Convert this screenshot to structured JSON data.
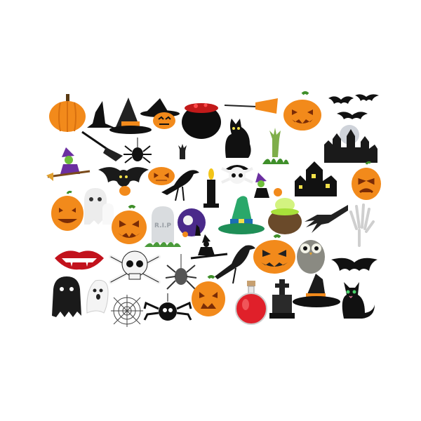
{
  "scene": {
    "background": "#ffffff",
    "colors": {
      "pumpkin": "#f28a1b",
      "pumpkin_dark": "#c8580a",
      "stem": "#3f8f2a",
      "black": "#111111",
      "purple": "#6b2fa0",
      "witch_skin": "#6fbf3b",
      "potion_red": "#e0202a",
      "potion_green": "#a8e03a",
      "bone": "#f2f2f2",
      "hat_green": "#2aa86a",
      "ghost": "#f4f4f4"
    },
    "tombstone_text": "R.I.P",
    "items": [
      {
        "name": "pumpkin"
      },
      {
        "name": "witch-hat-silhouette"
      },
      {
        "name": "witch-hat-orange-band"
      },
      {
        "name": "witch-hat-pumpkin"
      },
      {
        "name": "cauldron-bubbling"
      },
      {
        "name": "broomstick"
      },
      {
        "name": "jack-o-lantern"
      },
      {
        "name": "bats-flock"
      },
      {
        "name": "witch-on-broom"
      },
      {
        "name": "broom"
      },
      {
        "name": "spider"
      },
      {
        "name": "zombie-hand-small"
      },
      {
        "name": "black-cat-arched"
      },
      {
        "name": "zombie-hand-grass"
      },
      {
        "name": "haunted-castle"
      },
      {
        "name": "bat-with-pumpkin"
      },
      {
        "name": "jack-o-lantern-small"
      },
      {
        "name": "crow"
      },
      {
        "name": "candle"
      },
      {
        "name": "pirate-skull"
      },
      {
        "name": "witch-and-cat"
      },
      {
        "name": "haunted-house-scene"
      },
      {
        "name": "sad-pumpkin"
      },
      {
        "name": "pumpkin-face"
      },
      {
        "name": "ghosts"
      },
      {
        "name": "angry-pumpkin"
      },
      {
        "name": "tombstone"
      },
      {
        "name": "moon-night"
      },
      {
        "name": "green-witch-hat"
      },
      {
        "name": "cauldron-green"
      },
      {
        "name": "witch-hand"
      },
      {
        "name": "skeleton-hand"
      },
      {
        "name": "vampire-lips"
      },
      {
        "name": "skull-crossbones"
      },
      {
        "name": "hanging-spider"
      },
      {
        "name": "flying-witch-silhouette"
      },
      {
        "name": "raven"
      },
      {
        "name": "evil-pumpkin"
      },
      {
        "name": "owl"
      },
      {
        "name": "bat"
      },
      {
        "name": "black-ghost"
      },
      {
        "name": "white-ghost"
      },
      {
        "name": "spider-web"
      },
      {
        "name": "cartoon-spider"
      },
      {
        "name": "grumpy-pumpkin"
      },
      {
        "name": "poison-bottle"
      },
      {
        "name": "tombstone-cross"
      },
      {
        "name": "witch-hat-buckle"
      },
      {
        "name": "black-cat-sitting"
      }
    ]
  }
}
